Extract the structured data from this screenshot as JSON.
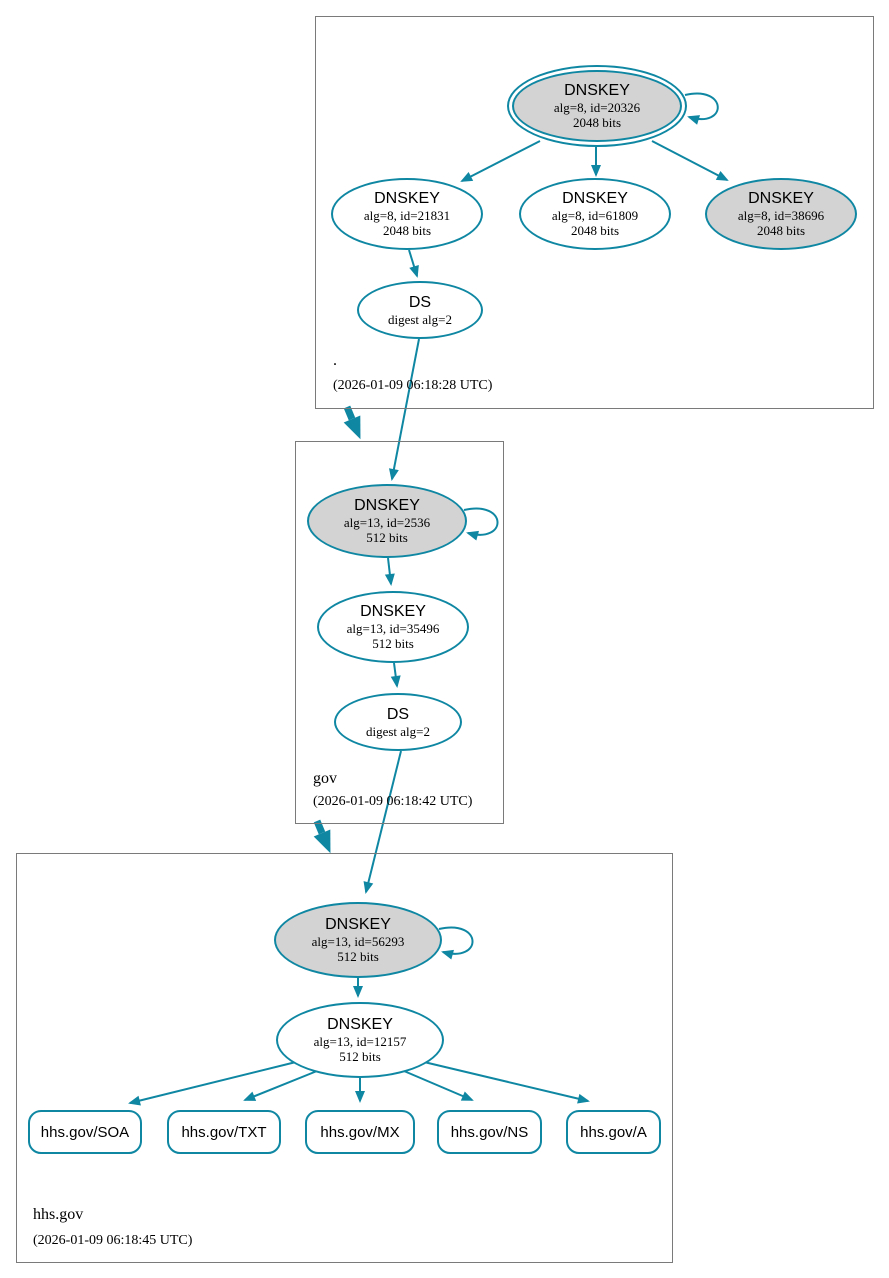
{
  "colors": {
    "accent": "#0f87a3",
    "node_fill": "#d3d3d3",
    "box_border": "#7a7a7a",
    "background": "#ffffff",
    "text": "#000000"
  },
  "root": {
    "label": ".",
    "timestamp": "(2026-01-09 06:18:28 UTC)",
    "ksk": {
      "title": "DNSKEY",
      "detail1": "alg=8, id=20326",
      "detail2": "2048 bits"
    },
    "keys": [
      {
        "title": "DNSKEY",
        "detail1": "alg=8, id=21831",
        "detail2": "2048 bits"
      },
      {
        "title": "DNSKEY",
        "detail1": "alg=8, id=61809",
        "detail2": "2048 bits"
      },
      {
        "title": "DNSKEY",
        "detail1": "alg=8, id=38696",
        "detail2": "2048 bits"
      }
    ],
    "ds": {
      "title": "DS",
      "detail1": "digest alg=2"
    }
  },
  "gov": {
    "label": "gov",
    "timestamp": "(2026-01-09 06:18:42 UTC)",
    "ksk": {
      "title": "DNSKEY",
      "detail1": "alg=13, id=2536",
      "detail2": "512 bits"
    },
    "zsk": {
      "title": "DNSKEY",
      "detail1": "alg=13, id=35496",
      "detail2": "512 bits"
    },
    "ds": {
      "title": "DS",
      "detail1": "digest alg=2"
    }
  },
  "hhs": {
    "label": "hhs.gov",
    "timestamp": "(2026-01-09 06:18:45 UTC)",
    "ksk": {
      "title": "DNSKEY",
      "detail1": "alg=13, id=56293",
      "detail2": "512 bits"
    },
    "zsk": {
      "title": "DNSKEY",
      "detail1": "alg=13, id=12157",
      "detail2": "512 bits"
    },
    "rrsets": [
      {
        "label": "hhs.gov/SOA"
      },
      {
        "label": "hhs.gov/TXT"
      },
      {
        "label": "hhs.gov/MX"
      },
      {
        "label": "hhs.gov/NS"
      },
      {
        "label": "hhs.gov/A"
      }
    ]
  }
}
